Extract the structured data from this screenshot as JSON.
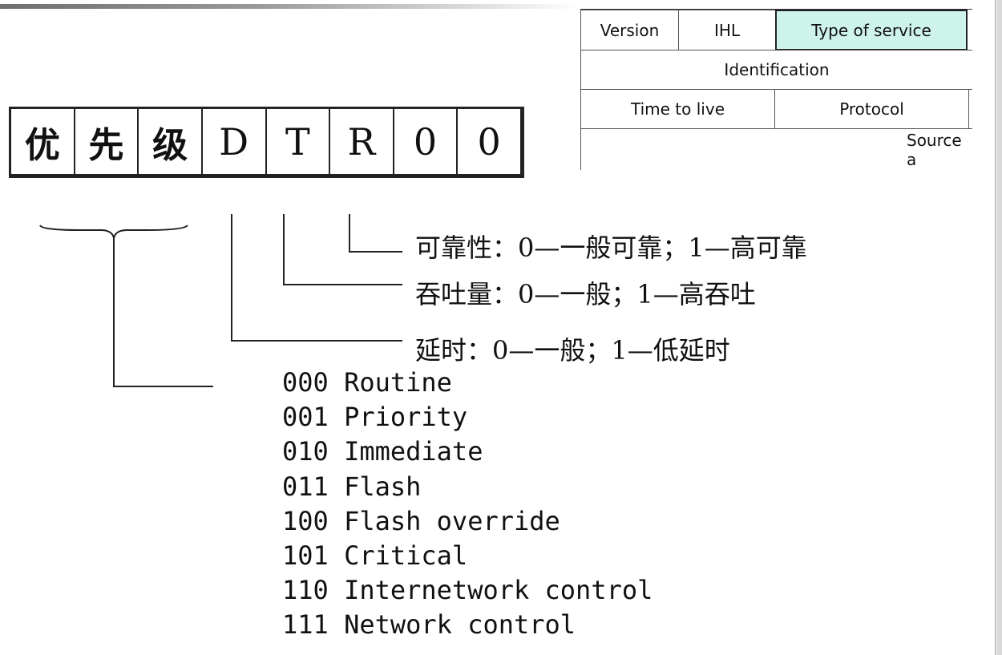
{
  "header_table": {
    "version": "Version",
    "ihl": "IHL",
    "type_of_service": "Type of service",
    "identification": "Identification",
    "time_to_live": "Time to live",
    "protocol": "Protocol",
    "source_address": "Source a"
  },
  "bits": [
    "优",
    "先",
    "级",
    "D",
    "T",
    "R",
    "0",
    "0"
  ],
  "descriptions": {
    "reliability": "可靠性：0—一般可靠；1—高可靠",
    "throughput": "吞吐量：0—一般；1—高吞吐",
    "delay": "延时：0—一般；1—低延时"
  },
  "priority_levels": [
    "000 Routine",
    "001 Priority",
    "010 Immediate",
    "011 Flash",
    "100 Flash override",
    "101 Critical",
    "110 Internetwork control",
    "111 Network control"
  ],
  "colors": {
    "highlight": "#cdf3ea",
    "line": "#222222"
  }
}
